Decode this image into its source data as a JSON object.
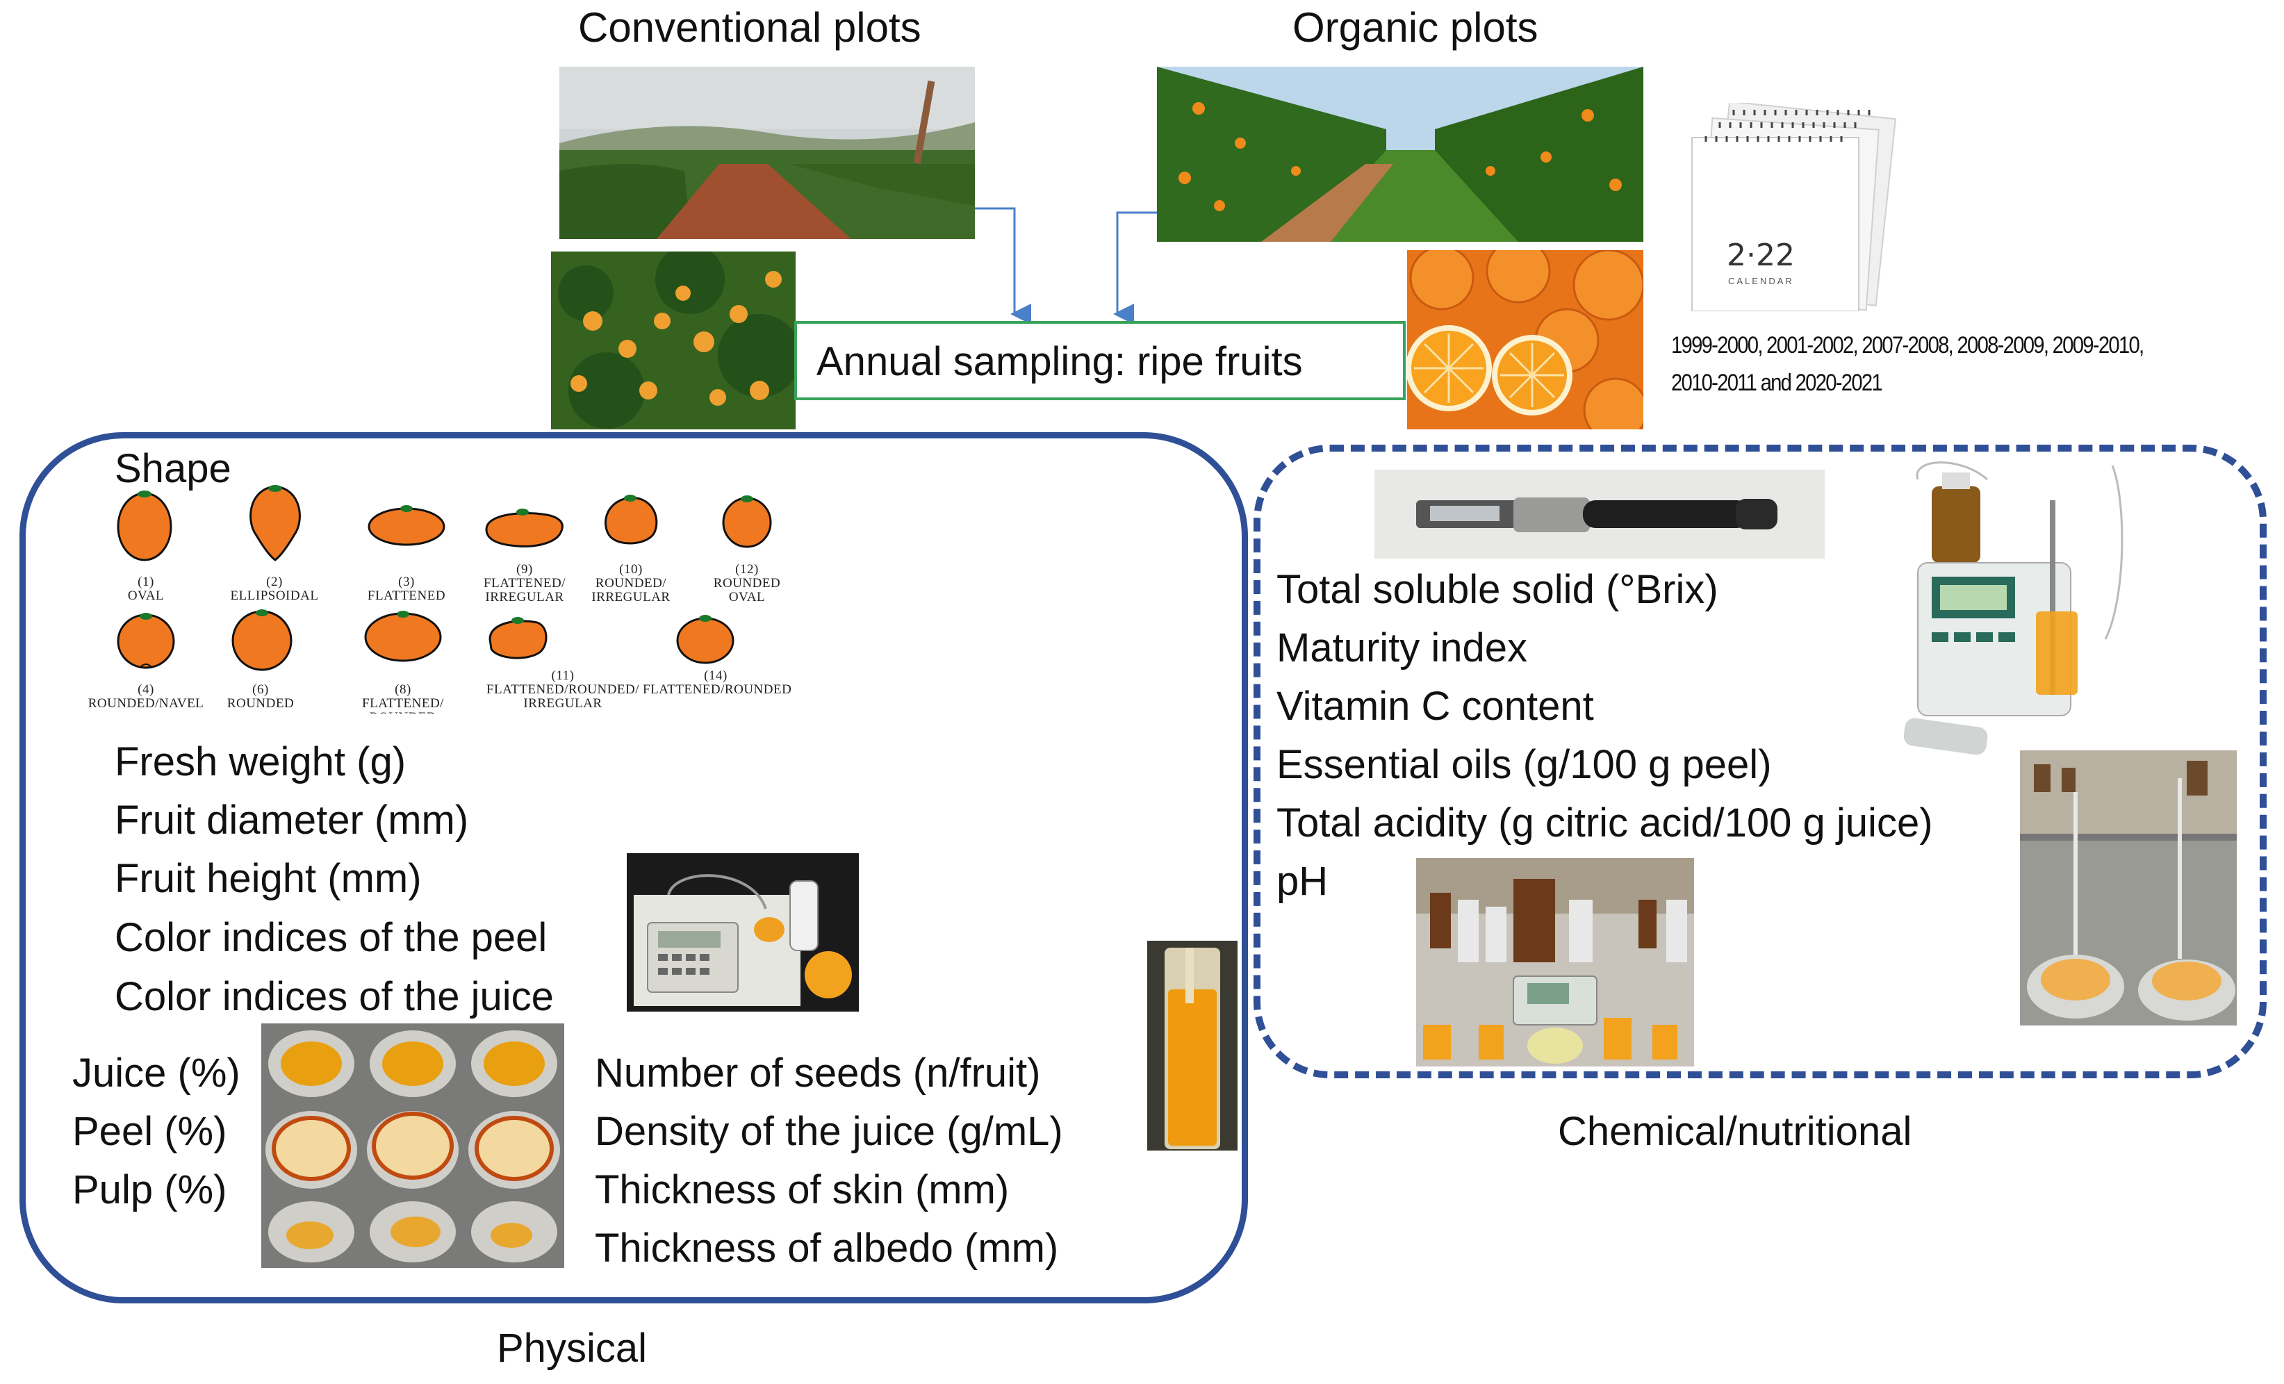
{
  "headers": {
    "conventional": "Conventional plots",
    "organic": "Organic plots"
  },
  "sampling_label": "Annual sampling: ripe fruits",
  "calendar": {
    "icon": "calendar-2022-icon",
    "year_text": "2·22",
    "sub_text": "CALENDAR"
  },
  "years": {
    "line1": "1999-2000, 2001-2002, 2007-2008, 2008-2009, 2009-2010,",
    "line2": "2010-2011 and 2020-2021"
  },
  "physical": {
    "shape_title": "Shape",
    "shapes": [
      {
        "num": "(1)",
        "label": "OVAL"
      },
      {
        "num": "(2)",
        "label": "ELLIPSOIDAL"
      },
      {
        "num": "(3)",
        "label": "FLATTENED"
      },
      {
        "num": "(9)",
        "label": "FLATTENED/ IRREGULAR"
      },
      {
        "num": "(10)",
        "label": "ROUNDED/ IRREGULAR"
      },
      {
        "num": "(12)",
        "label": "ROUNDED OVAL"
      },
      {
        "num": "(4)",
        "label": "ROUNDED/NAVEL"
      },
      {
        "num": "(6)",
        "label": "ROUNDED"
      },
      {
        "num": "(8)",
        "label": "FLATTENED/ ROUNDED"
      },
      {
        "num": "(11)",
        "label": "FLATTENED/ROUNDED/ IRREGULAR"
      },
      {
        "num": "(14)",
        "label": "FLATTENED/ROUNDED"
      }
    ],
    "params": [
      "Fresh weight (g)",
      "Fruit diameter (mm)",
      "Fruit height (mm)",
      "Color indices of the peel",
      "Color indices of the juice"
    ],
    "left_params": [
      "Juice (%)",
      "Peel (%)",
      "Pulp (%)"
    ],
    "right_params": [
      "Number of  seeds (n/fruit)",
      "Density of the juice (g/mL)",
      "Thickness of skin (mm)",
      "Thickness of albedo (mm)"
    ],
    "caption": "Physical"
  },
  "chemical": {
    "params": [
      "Total soluble solid (°Brix)",
      "Maturity index",
      "Vitamin C content",
      "Essential oils (g/100 g peel)",
      "Total acidity (g citric acid/100 g juice)",
      "pH"
    ],
    "caption": "Chemical/nutritional"
  },
  "colors": {
    "box_border": "#2f4f96",
    "sampling_border": "#3aa35a",
    "arrow": "#4a7fc9",
    "orange": "#f07820"
  }
}
